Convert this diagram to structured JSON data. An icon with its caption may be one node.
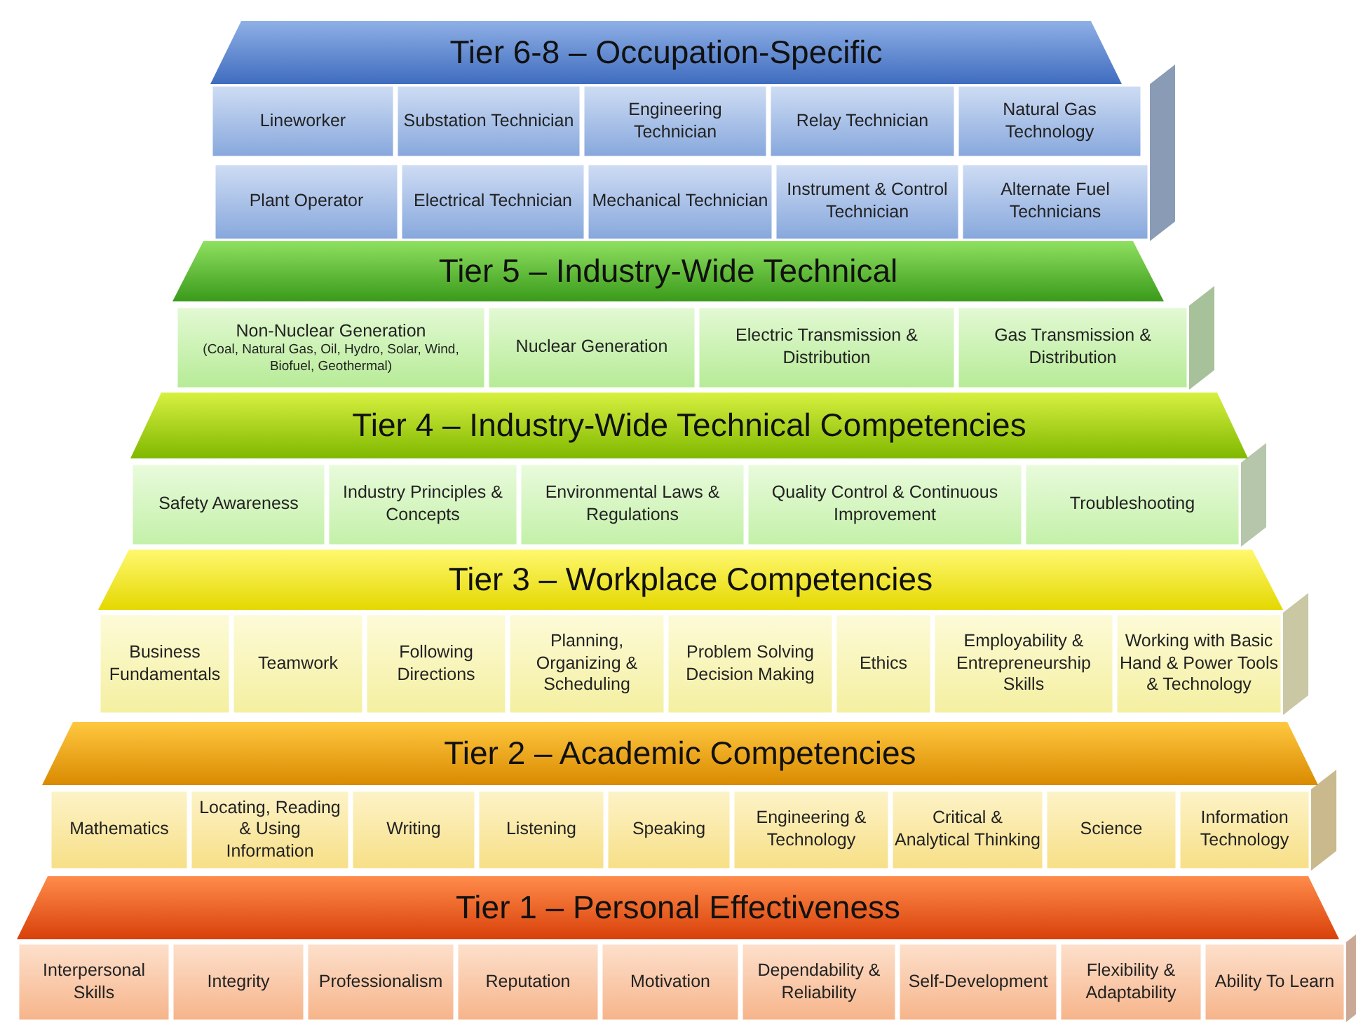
{
  "diagram": {
    "nodes": [
      {
        "text": [
          "Tier 6-8 – Occupation-Specific"
        ]
      },
      {
        "text": [
          "Lineworker"
        ]
      },
      {
        "text": [
          "Substation Technician"
        ]
      },
      {
        "text": [
          "Engineering Technician"
        ]
      },
      {
        "text": [
          "Relay Technician"
        ]
      },
      {
        "text": [
          "Natural Gas Technology"
        ]
      },
      {
        "text": [
          "Plant Operator"
        ]
      },
      {
        "text": [
          "Electrical Technician"
        ]
      },
      {
        "text": [
          "Mechanical Technician"
        ]
      },
      {
        "text": [
          "Instrument & Control Technician"
        ]
      },
      {
        "text": [
          "Alternate Fuel Technicians"
        ]
      },
      {
        "text": [
          "Tier 5 – Industry-Wide Technical"
        ]
      },
      {
        "text": [
          "Non-Nuclear Generation",
          "(Coal, Natural Gas, Oil, Hydro, Solar, Wind, Biofuel, Geothermal)"
        ]
      },
      {
        "text": [
          "Nuclear Generation"
        ]
      },
      {
        "text": [
          "Electric Transmission & Distribution"
        ]
      },
      {
        "text": [
          "Gas Transmission & Distribution"
        ]
      },
      {
        "text": [
          "Tier 4 – Industry-Wide Technical Competencies"
        ]
      },
      {
        "text": [
          "Safety Awareness"
        ]
      },
      {
        "text": [
          "Industry Principles & Concepts"
        ]
      },
      {
        "text": [
          "Environmental Laws & Regulations"
        ]
      },
      {
        "text": [
          "Quality Control & Continuous Improvement"
        ]
      },
      {
        "text": [
          "Troubleshooting"
        ]
      },
      {
        "text": [
          "Tier 3 – Workplace Competencies"
        ]
      },
      {
        "text": [
          "Business Fundamentals"
        ]
      },
      {
        "text": [
          "Teamwork"
        ]
      },
      {
        "text": [
          "Following Directions"
        ]
      },
      {
        "text": [
          "Planning, Organizing & Scheduling"
        ]
      },
      {
        "text": [
          "Problem Solving Decision Making"
        ]
      },
      {
        "text": [
          "Ethics"
        ]
      },
      {
        "text": [
          "Employability & Entrepreneurship Skills"
        ]
      },
      {
        "text": [
          "Working with Basic Hand & Power Tools & Technology"
        ]
      },
      {
        "text": [
          "Tier 2 – Academic Competencies"
        ]
      },
      {
        "text": [
          "Mathematics"
        ]
      },
      {
        "text": [
          "Locating, Reading & Using Information"
        ]
      },
      {
        "text": [
          "Writing"
        ]
      },
      {
        "text": [
          "Listening"
        ]
      },
      {
        "text": [
          "Speaking"
        ]
      },
      {
        "text": [
          "Engineering & Technology"
        ]
      },
      {
        "text": [
          "Critical & Analytical Thinking"
        ]
      },
      {
        "text": [
          "Science"
        ]
      },
      {
        "text": [
          "Information Technology"
        ]
      },
      {
        "text": [
          "Tier 1 – Personal Effectiveness"
        ]
      },
      {
        "text": [
          "Interpersonal Skills"
        ]
      },
      {
        "text": [
          "Integrity"
        ]
      },
      {
        "text": [
          "Professionalism"
        ]
      },
      {
        "text": [
          "Reputation"
        ]
      },
      {
        "text": [
          "Motivation"
        ]
      },
      {
        "text": [
          "Dependability & Reliability"
        ]
      },
      {
        "text": [
          "Self-Development"
        ]
      },
      {
        "text": [
          "Flexibility & Adaptability"
        ]
      },
      {
        "text": [
          "Ability To Learn"
        ]
      }
    ]
  }
}
